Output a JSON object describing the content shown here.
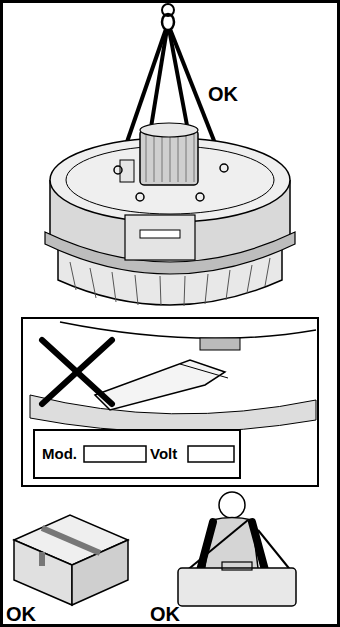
{
  "diagram": {
    "labels": [
      "OK",
      "Mod.",
      "Volt",
      "OK",
      "OK"
    ]
  }
}
